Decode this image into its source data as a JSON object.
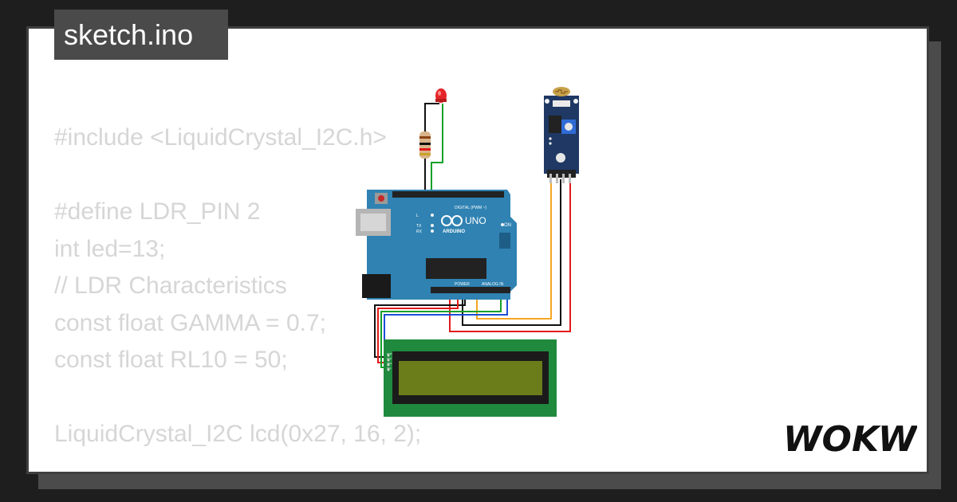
{
  "file_tab": {
    "label": "sketch.ino"
  },
  "code_lines": [
    "#include <LiquidCrystal_I2C.h>",
    "",
    "#define LDR_PIN 2",
    "int led=13;",
    "// LDR Characteristics",
    "const float GAMMA = 0.7;",
    "const float RL10 = 50;",
    "",
    "LiquidCrystal_I2C lcd(0x27, 16, 2);"
  ],
  "arduino": {
    "model_label": "UNO",
    "brand_label": "ARDUINO",
    "on_label": "ON",
    "digital_label": "DIGITAL (PWM ~)",
    "power_label": "POWER",
    "analog_label": "ANALOG IN",
    "led_labels": [
      "L",
      "TX",
      "RX"
    ]
  },
  "lcd": {
    "pin_labels": [
      "GND",
      "VCC",
      "SDA",
      "SCL"
    ]
  },
  "brand": {
    "logo_text": "WOKWi"
  },
  "colors": {
    "background": "#1e1e1e",
    "card": "#ffffff",
    "code_text": "#d6d6d6",
    "arduino_board": "#2f82b2",
    "lcd_pcb": "#1f8a3d",
    "lcd_screen": "#6b7d1a",
    "sensor_pcb": "#1f3864",
    "wire_red": "#e21b1b",
    "wire_black": "#111111",
    "wire_green": "#14a02a",
    "wire_orange": "#f5a623",
    "wire_blue": "#1a4fd6"
  }
}
